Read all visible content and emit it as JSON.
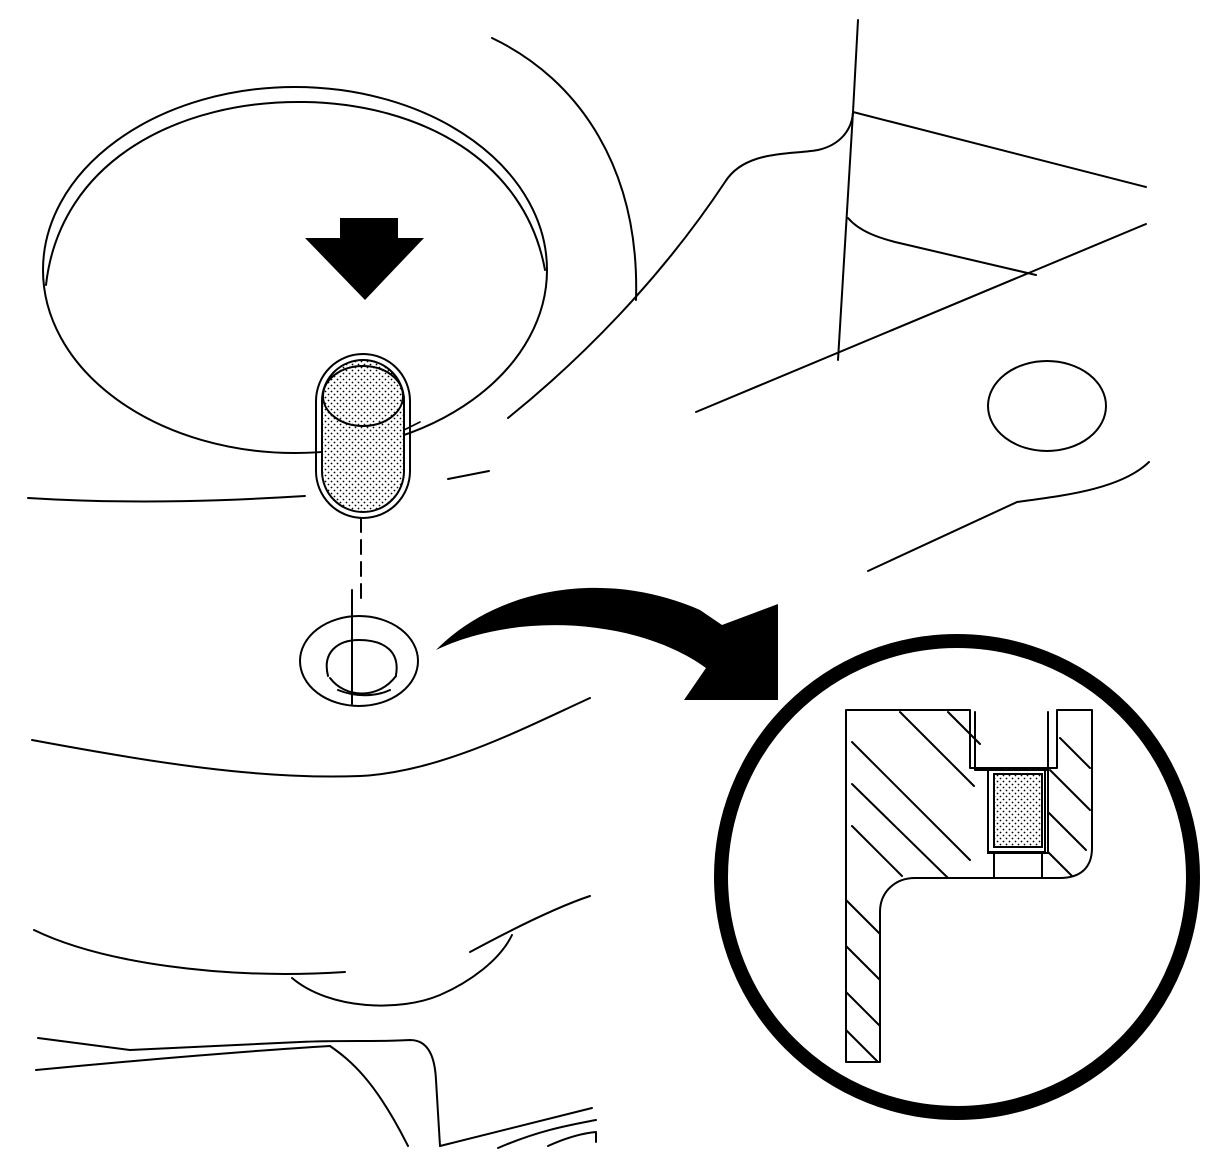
{
  "figure": {
    "line_color": "#000000",
    "background_color": "#ffffff",
    "part_fill": "stippled",
    "elements": {
      "housing_outline": "housing",
      "housing_bore": "bore",
      "install_arrow": "down-arrow",
      "callout_arrow": "curved-arrow",
      "detail_view": "magnified-section",
      "plug": "plug",
      "hatching": "section-hatch"
    }
  }
}
